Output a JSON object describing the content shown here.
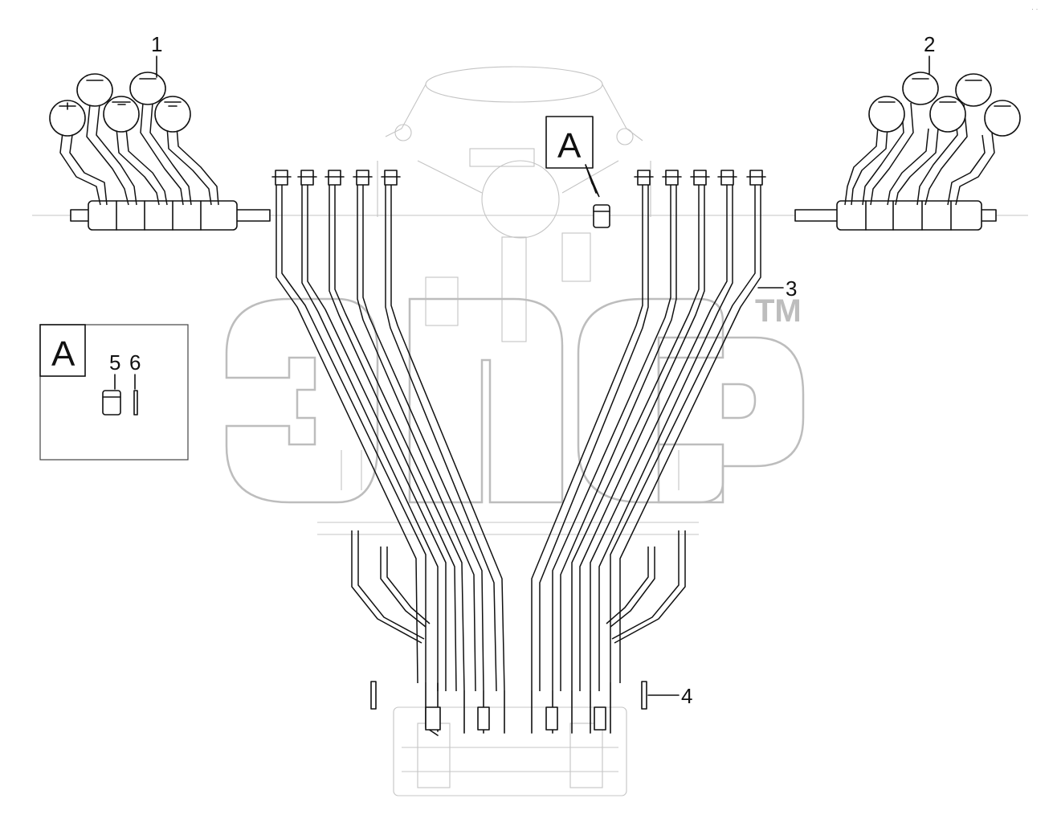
{
  "watermark": {
    "text": "ЭПСР",
    "trademark": "TM"
  },
  "callouts": {
    "c1": "1",
    "c2": "2",
    "c3": "3",
    "c4": "4",
    "c5": "5",
    "c6": "6"
  },
  "detail_view": {
    "label_main": "A",
    "label_inset": "A"
  },
  "corner_mark": "· ·"
}
